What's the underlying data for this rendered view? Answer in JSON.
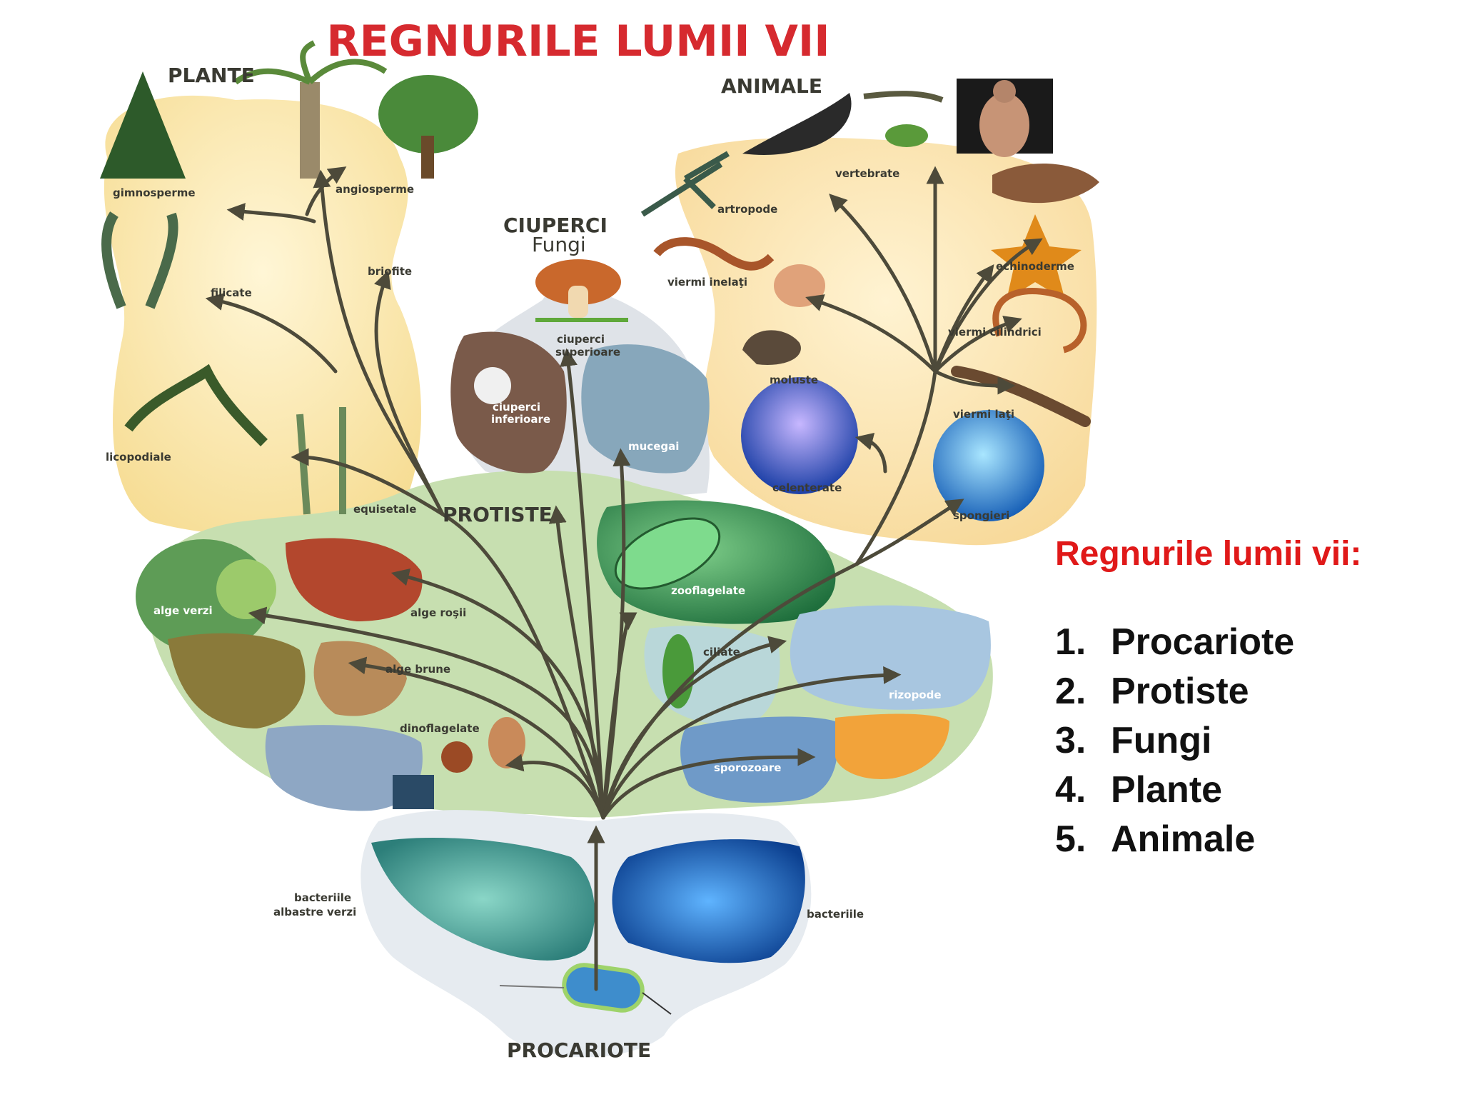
{
  "title": "REGNURILE LUMII VII",
  "kingdoms": {
    "plante": "PLANTE",
    "animale": "ANIMALE",
    "ciuperci": "CIUPERCI",
    "fungi": "Fungi",
    "protiste": "PROTISTE",
    "procariote": "PROCARIOTE"
  },
  "plant_labels": {
    "gimnosperme": "gimnosperme",
    "angiosperme": "angiosperme",
    "briofite": "briofite",
    "filicate": "filicate",
    "licopodiale": "licopodiale",
    "equisetale": "equisetale"
  },
  "fungi_labels": {
    "superioare_1": "ciuperci",
    "superioare_2": "superioare",
    "inferioare_1": "ciuperci",
    "inferioare_2": "inferioare",
    "mucegai": "mucegai"
  },
  "animal_labels": {
    "vertebrate": "vertebrate",
    "artropode": "artropode",
    "viermi_inelati": "viermi inelaţi",
    "echinoderme": "echinoderme",
    "moluste": "moluste",
    "viermi_cilindrici": "viermi cilindrici",
    "viermi_lati": "viermi laţi",
    "celenterate": "celenterate",
    "spongieri": "spongieri"
  },
  "protist_labels": {
    "zooflagelate": "zooflagelate",
    "alge_verzi": "alge verzi",
    "alge_rosii": "alge roşii",
    "alge_brune": "alge brune",
    "ciliate": "ciliate",
    "rizopode": "rizopode",
    "dinoflagelate": "dinoflagelate",
    "sporozoare": "sporozoare"
  },
  "prokaryote_labels": {
    "cyano_1": "bacteriile",
    "cyano_2": "albastre verzi",
    "bacteriile": "bacteriile"
  },
  "legend": {
    "title": "Regnurile lumii vii:",
    "items": [
      {
        "num": "1.",
        "label": "Procariote"
      },
      {
        "num": "2.",
        "label": "Protiste"
      },
      {
        "num": "3.",
        "label": "Fungi"
      },
      {
        "num": "4.",
        "label": "Plante"
      },
      {
        "num": "5.",
        "label": "Animale"
      }
    ]
  },
  "colors": {
    "title_red": "#d62a2f",
    "legend_red": "#e01919",
    "plant_region": "#fbe9b0",
    "animal_region": "#fbe5b4",
    "protist_region": "#c7dfb0",
    "fungi_region": "#dfe3e8",
    "prokaryote_region": "#e6ebf0",
    "branch": "#4d4a3a"
  }
}
